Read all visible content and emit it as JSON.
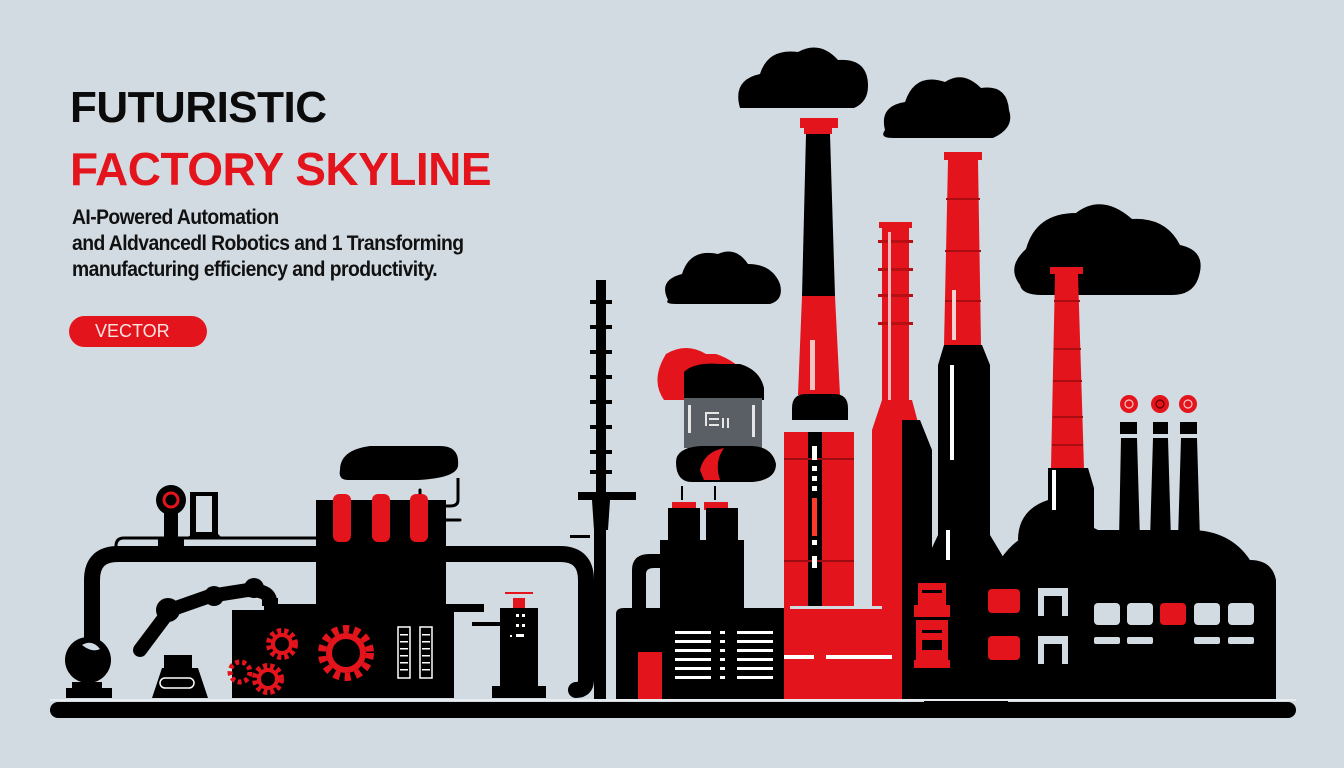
{
  "headline": {
    "line1": "FUTURISTIC",
    "line2": "FACTORY SKYLINE"
  },
  "subtitle": {
    "lines": [
      "AI-Powered Automation",
      "and Aldvancedl Robotics and 1 Transforming",
      "manufacturing efficiency and productivity."
    ]
  },
  "badge": {
    "label": "VECTOR"
  },
  "colors": {
    "background": "#d3dbe2",
    "accent_red": "#e4141c",
    "ink_black": "#0b0b0b",
    "panel_gray": "#5a5f66"
  },
  "illustration": {
    "description": "Black and red vector factory skyline with smokestacks, clouds, pipes, robotic arm and gears",
    "elements": [
      "clouds",
      "smokestacks",
      "pipes",
      "robotic-arm",
      "gears",
      "control-panels",
      "factory-building",
      "ground-bar"
    ]
  }
}
